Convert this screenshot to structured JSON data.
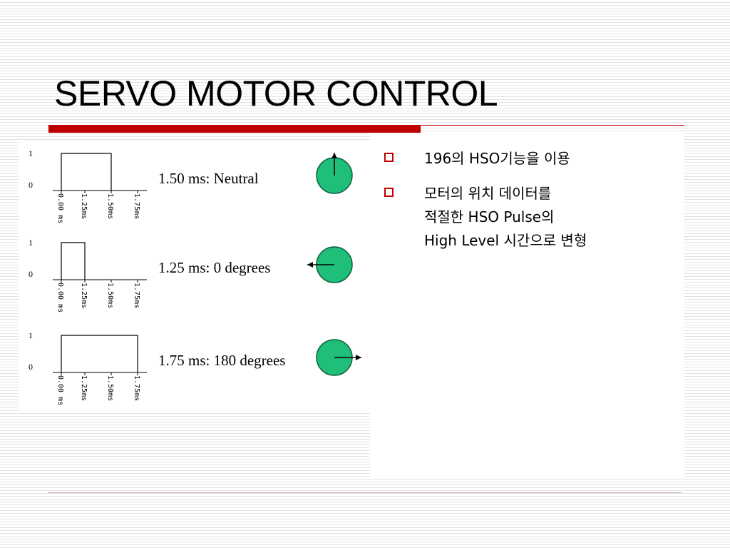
{
  "slide": {
    "title": "SERVO MOTOR CONTROL"
  },
  "figure": {
    "rows": [
      {
        "label": "1.50 ms: Neutral",
        "axis_high": "1",
        "axis_low": "0",
        "ticks": [
          "0.00 ms",
          "1.25ms",
          "1.50ms",
          "1.75ms"
        ],
        "pulse_ms": 1.5,
        "shaft_direction": "up"
      },
      {
        "label": "1.25 ms: 0 degrees",
        "axis_high": "1",
        "axis_low": "0",
        "ticks": [
          "0.00 ms",
          "1.25ms",
          "1.50ms",
          "1.75ms"
        ],
        "pulse_ms": 1.25,
        "shaft_direction": "left"
      },
      {
        "label": "1.75 ms: 180 degrees",
        "axis_high": "1",
        "axis_low": "0",
        "ticks": [
          "0.00 ms",
          "1.25ms",
          "1.50ms",
          "1.75ms"
        ],
        "pulse_ms": 1.75,
        "shaft_direction": "right"
      }
    ],
    "colors": {
      "dial_fill": "#1fbf7a",
      "dial_stroke": "#0f5f3c"
    }
  },
  "bullets": [
    {
      "lines": [
        "196의 HSO기능을 이용"
      ]
    },
    {
      "lines": [
        "모터의 위치 데이터를",
        "적절한 HSO Pulse의",
        "High Level 시간으로 변형"
      ]
    }
  ],
  "colors": {
    "accent": "#c00000"
  }
}
